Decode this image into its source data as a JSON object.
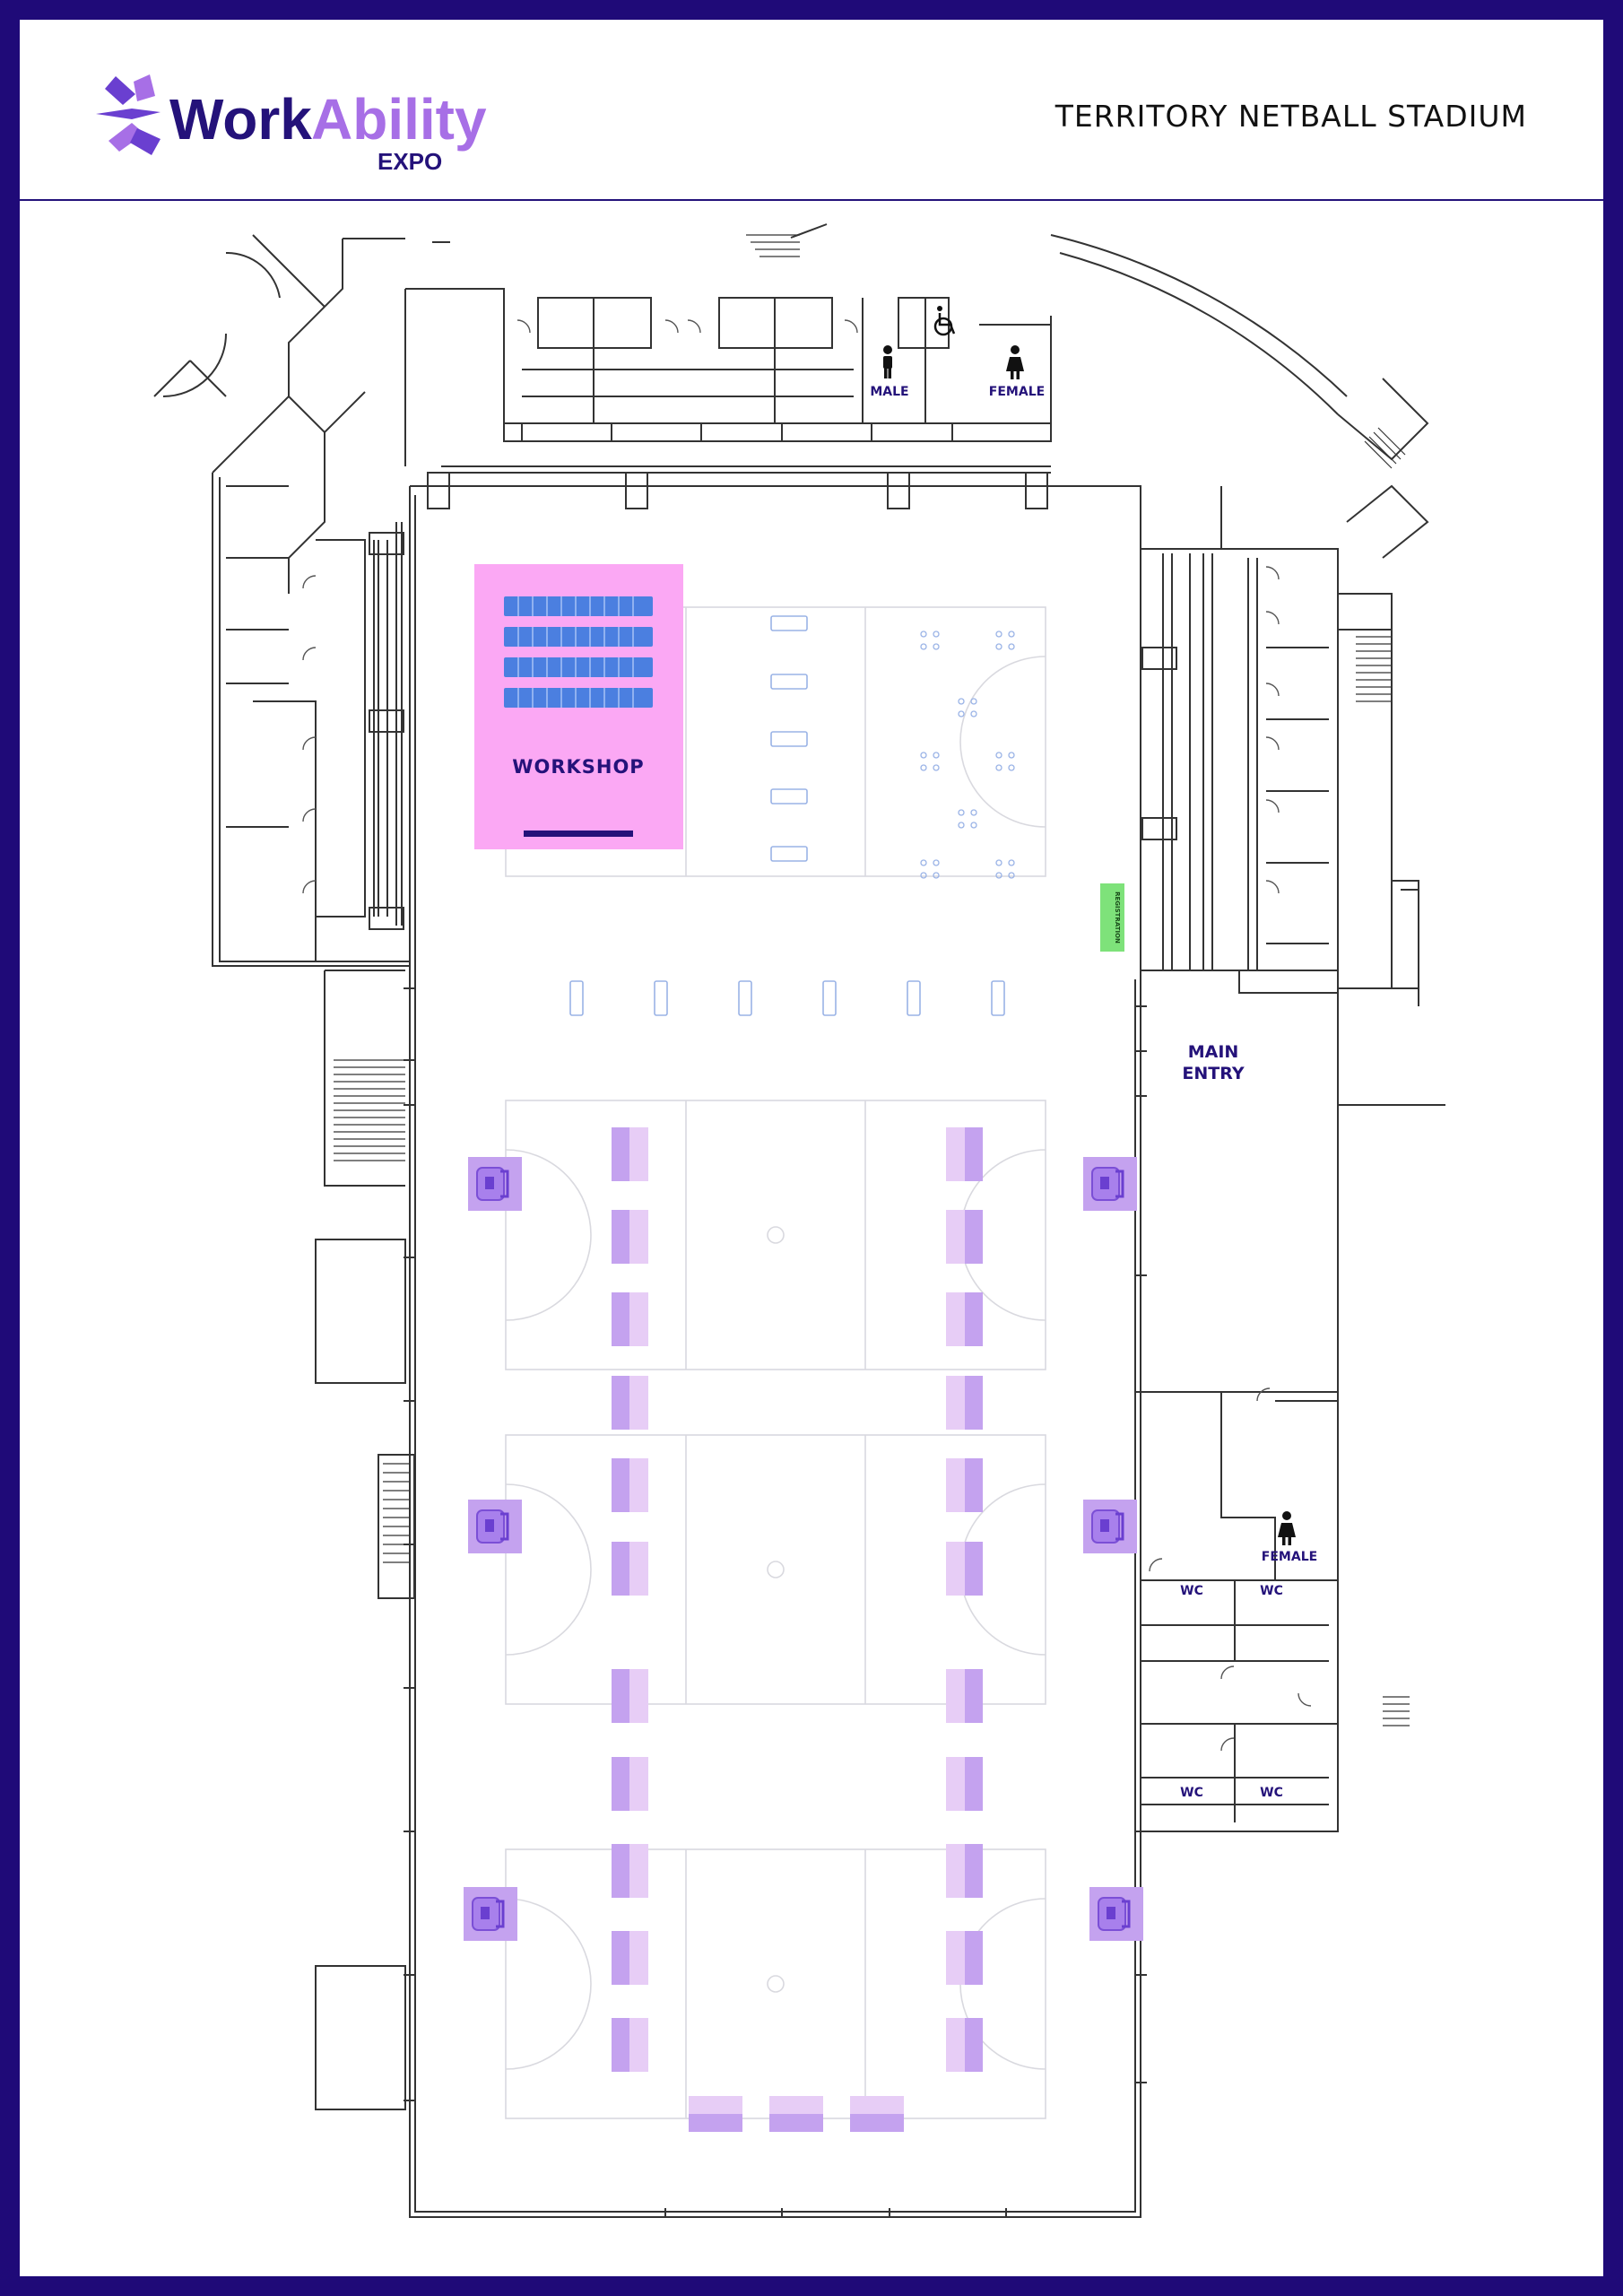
{
  "header": {
    "logo_word_work": "Work",
    "logo_word_ability": "Ability",
    "logo_sub": "EXPO",
    "venue_title": "TERRITORY NETBALL STADIUM"
  },
  "map_labels": {
    "workshop": "WORKSHOP",
    "registration": "REGISTRATION",
    "main_entry_line1": "MAIN",
    "main_entry_line2": "ENTRY",
    "male": "MALE",
    "female_top": "FEMALE",
    "female_right": "FEMALE",
    "wc": "WC"
  },
  "colors": {
    "frame": "#1f0a78",
    "brand_dark": "#24127a",
    "brand_light": "#a76fe6",
    "workshop_area": "#fba8f4",
    "workshop_seats": "#4b7fe0",
    "registration": "#7ee27a",
    "stall_dark": "#c4a2ef",
    "stall_light": "#e7cdf6"
  },
  "icons": [
    "male-restroom-icon",
    "female-restroom-icon",
    "accessible-restroom-icon",
    "logo-mark-icon"
  ]
}
